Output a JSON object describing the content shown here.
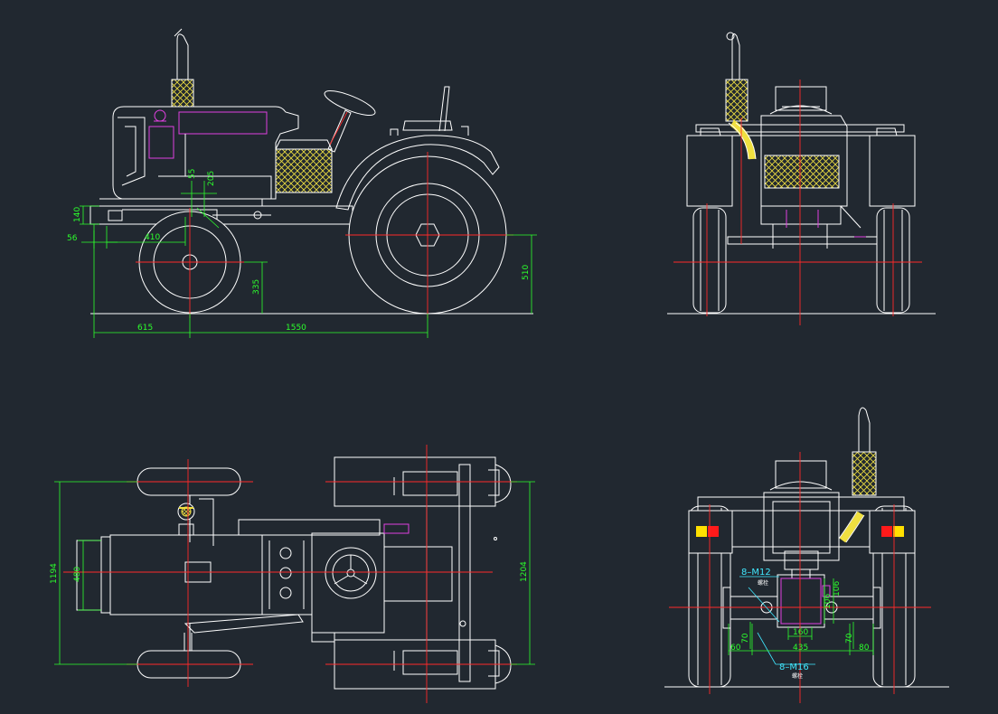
{
  "colors": {
    "background": "#212830",
    "outline": "#ffffff",
    "centerline": "#ff2a2a",
    "dimension": "#2cff2c",
    "annotation": "#40e8ff",
    "hatch": "#f0e040",
    "accent": "#e040e0"
  },
  "side_view": {
    "dims": {
      "d140": "140",
      "d56": "56",
      "d410": "410",
      "d55": "55",
      "d205": "205",
      "d335": "335",
      "d510": "510",
      "d615": "615",
      "d1550": "1550"
    }
  },
  "top_view": {
    "dims": {
      "d1194": "1194",
      "d480": "480",
      "d1204": "1204"
    }
  },
  "rear_view": {
    "dims": {
      "d160": "160",
      "d435": "435",
      "d60": "60",
      "d80": "80",
      "d70a": "70",
      "d70b": "70",
      "d106a": "106",
      "d106b": "106"
    },
    "labels": {
      "bolt_m12": "8–M12",
      "bolt_m16": "8–M16",
      "note_a": "螺栓",
      "note_b": "螺栓"
    }
  }
}
